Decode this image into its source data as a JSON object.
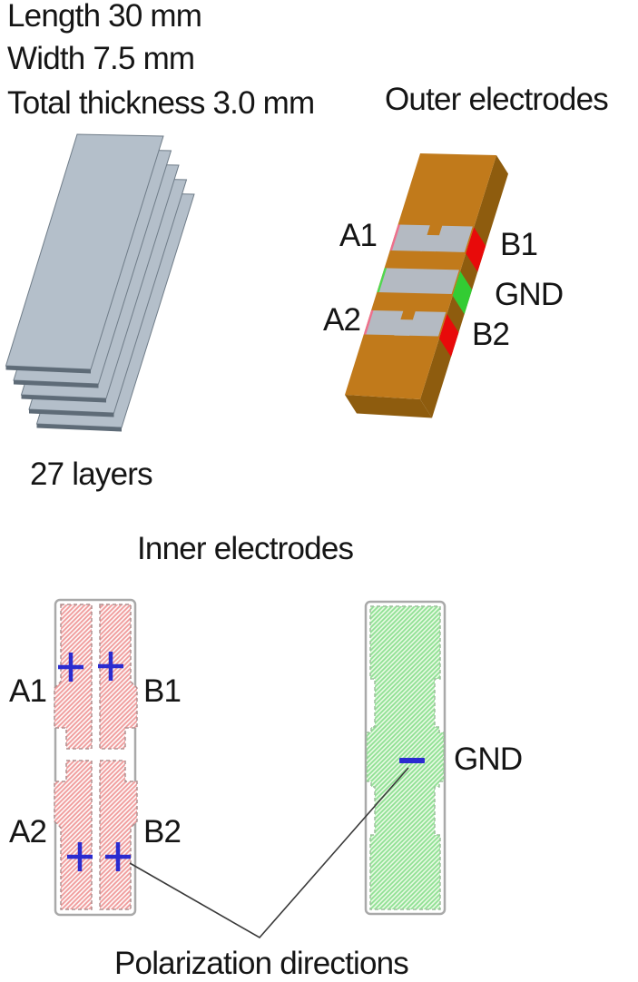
{
  "specs": [
    "Length 30 mm",
    "Width 7.5 mm",
    "Total thickness 3.0 mm"
  ],
  "stack": {
    "label": "27 layers",
    "visible_sheets": 5
  },
  "outer": {
    "title": "Outer electrodes",
    "a1": "A1",
    "b1": "B1",
    "gnd": "GND",
    "a2": "A2",
    "b2": "B2"
  },
  "inner": {
    "title": "Inner electrodes",
    "a1": "A1",
    "b1": "B1",
    "a2": "A2",
    "b2": "B2",
    "gnd": "GND",
    "plus_symbol": "+",
    "minus_symbol": "−"
  },
  "caption": "Polarization directions",
  "colors": {
    "bar_face": "#C17A1B",
    "bar_side": "#8E5C0E",
    "electrode_pad": "#B4BAC2",
    "terminal_red": "#E80A0A",
    "terminal_green": "#33CC33",
    "polarity_blue": "#2B2BD0",
    "sheet_fill": "#B4BFCA",
    "sheet_edge": "#5E6B77",
    "red_hatch_line": "#F09A9A",
    "red_hatch_bg": "#FDF4F4",
    "green_hatch_line": "#8FE093",
    "green_hatch_bg": "#E4F9E0",
    "plate_outline": "#A9A9A9",
    "text": "#151515"
  }
}
